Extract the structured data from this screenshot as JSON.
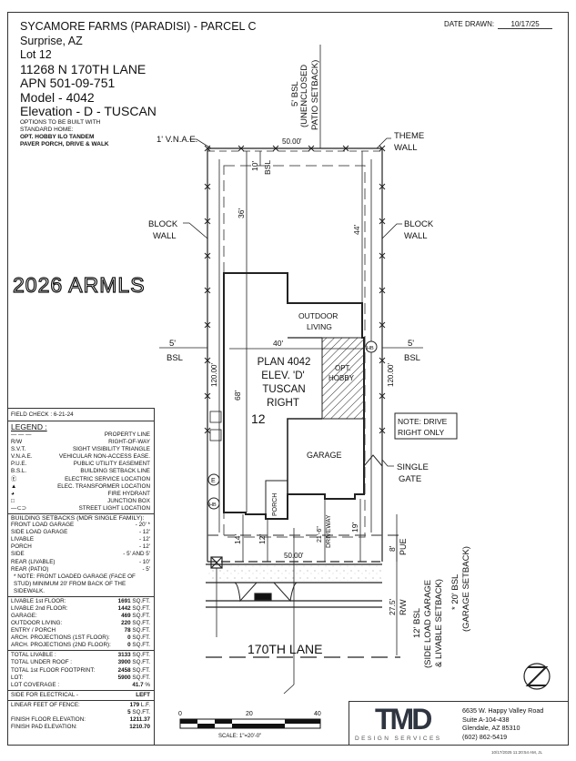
{
  "header": {
    "project": "SYCAMORE FARMS (PARADISI) - PARCEL C",
    "city": "Surprise, AZ",
    "lot": "Lot  12",
    "address": "11268 N 170TH LANE",
    "apn": "APN  501-09-751",
    "model": "Model - 4042",
    "elevation": "Elevation - D - TUSCAN",
    "options_note_1": "OPTIONS TO BE BUILT WITH",
    "options_note_2": "STANDARD HOME:",
    "options_1": "OPT. HOBBY ILO TANDEM",
    "options_2": "PAVER PORCH, DRIVE & WALK",
    "date_label": "DATE DRAWN:",
    "date_value": "10/17/25"
  },
  "panel": {
    "field_check": "FIELD CHECK : 6-21-24",
    "legend_title": "LEGEND :",
    "legend": [
      {
        "sym": "— — —",
        "label": "PROPERTY LINE"
      },
      {
        "sym": "R/W",
        "label": "RIGHT-OF-WAY"
      },
      {
        "sym": "S.V.T.",
        "label": "SIGHT VISIBILITY TRIANGLE"
      },
      {
        "sym": "V.N.A.E.",
        "label": "VEHICULAR NON-ACCESS EASE."
      },
      {
        "sym": "P.U.E.",
        "label": "PUBLIC UTILITY EASEMENT"
      },
      {
        "sym": "B.S.L.",
        "label": "BUILDING SETBACK LINE"
      },
      {
        "sym": "Ⓔ",
        "label": "ELECTRIC SERVICE LOCATION"
      },
      {
        "sym": "▲",
        "label": "ELEC. TRANSFORMER LOCATION"
      },
      {
        "sym": "◕",
        "label": "FIRE HYDRANT"
      },
      {
        "sym": "□",
        "label": "JUNCTION BOX"
      },
      {
        "sym": "—⊂⊃",
        "label": "STREET LIGHT LOCATION"
      }
    ],
    "setbacks_title": "BUILDING SETBACKS (MDR SINGLE FAMILY):",
    "setbacks": [
      {
        "label": "FRONT LOAD GARAGE",
        "value": "- 20' *"
      },
      {
        "label": "SIDE LOAD GARAGE",
        "value": "- 12'"
      },
      {
        "label": "LIVABLE",
        "value": "- 12'"
      },
      {
        "label": "PORCH",
        "value": "- 12'"
      },
      {
        "label": "SIDE",
        "value": "- 5' AND 5'"
      },
      {
        "label": "REAR (LIVABLE)",
        "value": "- 10'"
      },
      {
        "label": "REAR (PATIO)",
        "value": "- 5'"
      }
    ],
    "setbacks_note": "* NOTE: FRONT LOADED GARAGE (FACE OF STUD) MINIMUM 20' FROM BACK OF THE SIDEWALK.",
    "areas": [
      {
        "label": "LIVABLE 1st FLOOR:",
        "value": "1691",
        "unit": "SQ.FT."
      },
      {
        "label": "LIVABLE 2nd FLOOR:",
        "value": "1442",
        "unit": "SQ.FT."
      },
      {
        "label": "GARAGE:",
        "value": "469",
        "unit": "SQ.FT."
      },
      {
        "label": "OUTDOOR LIVING:",
        "value": "220",
        "unit": "SQ.FT."
      },
      {
        "label": "ENTRY / PORCH",
        "value": "78",
        "unit": "SQ.FT."
      },
      {
        "label": "ARCH. PROJECTIONS (1ST FLOOR):",
        "value": "0",
        "unit": "SQ.FT."
      },
      {
        "label": "ARCH. PROJECTIONS (2ND FLOOR):",
        "value": "0",
        "unit": "SQ.FT."
      }
    ],
    "totals": [
      {
        "label": "TOTAL LIVABLE :",
        "value": "3133",
        "unit": "SQ.FT."
      },
      {
        "label": "TOTAL UNDER ROOF :",
        "value": "3900",
        "unit": "SQ.FT."
      },
      {
        "label": "TOTAL 1st FLOOR FOOTPRINT:",
        "value": "2458",
        "unit": "SQ.FT."
      },
      {
        "label": "LOT:",
        "value": "5900",
        "unit": "SQ.FT."
      },
      {
        "label": "LOT COVERAGE :",
        "value": "41.7",
        "unit": "%"
      }
    ],
    "electrical": {
      "label": "SIDE FOR ELECTRICAL -",
      "value": "LEFT"
    },
    "misc": [
      {
        "label": "LINEAR FEET OF FENCE:",
        "value": "179",
        "unit": "L.F."
      },
      {
        "label": "",
        "value": "5",
        "unit": "SQ.FT."
      },
      {
        "label": "FINISH FLOOR ELEVATION:",
        "value": "1211.37",
        "unit": ""
      },
      {
        "label": "FINISH PAD ELEVATION:",
        "value": "1210.70",
        "unit": ""
      }
    ]
  },
  "plan": {
    "vnae": "1' V.N.A.E.",
    "top_width": "50.00'",
    "bottom_width": "50.00'",
    "theme_wall_1": "THEME",
    "theme_wall_2": "WALL",
    "block_wall_1": "BLOCK",
    "block_wall_2": "WALL",
    "patio_bsl_1": "5' BSL",
    "patio_bsl_2": "(UNENCLOSED",
    "patio_bsl_3": "PATIO SETBACK)",
    "rear_dim": "10'",
    "bsl": "BSL",
    "dim_36": "36'",
    "dim_44": "44'",
    "dim_40": "40'",
    "dim_68": "68'",
    "depth_left": "120.00'",
    "depth_right": "120.00'",
    "side_bsl_left_1": "5'",
    "side_bsl_left_2": "BSL",
    "side_bsl_right_1": "5'",
    "side_bsl_right_2": "BSL",
    "outdoor_1": "OUTDOOR",
    "outdoor_2": "LIVING",
    "plan_1": "PLAN 4042",
    "plan_2": "ELEV. 'D'",
    "plan_3": "TUSCAN",
    "plan_4": "RIGHT",
    "lot_number": "12",
    "hobby_1": "OPT.",
    "hobby_2": "HOBBY",
    "garage": "GARAGE",
    "porch": "PORCH",
    "hb": "HB",
    "e": "E",
    "note_1": "NOTE: DRIVE",
    "note_2": "RIGHT ONLY",
    "gate_1": "SINGLE",
    "gate_2": "GATE",
    "dim_14": "14'",
    "dim_12": "12'",
    "dim_21": "21'-6\"",
    "driveway": "DRIVEWAY",
    "dim_19": "19'",
    "pue_dim": "8'",
    "pue": "PUE",
    "rw_dim": "27.5'",
    "rw": "R/W",
    "bsl12_1": "12' BSL",
    "bsl12_2": "(SIDE LOAD GARAGE",
    "bsl12_3": "& LIVABLE SETBACK)",
    "bsl20_1": "* 20' BSL",
    "bsl20_2": "(GARAGE SETBACK)",
    "street": "170TH LANE"
  },
  "scale": {
    "t0": "0",
    "t20": "20",
    "t40": "40",
    "label": "SCALE:  1\"=20'-0\""
  },
  "company": {
    "logo": "TMD",
    "tagline": "DESIGN SERVICES",
    "addr_1": "6635 W. Happy Valley Road",
    "addr_2": "Suite A-104-438",
    "addr_3": "Glendale, AZ 85310",
    "phone": "(602) 862-5419"
  },
  "footer_stamp": "10/17/2025 11:20:54 AM, JL",
  "watermark": "2026 ARMLS"
}
